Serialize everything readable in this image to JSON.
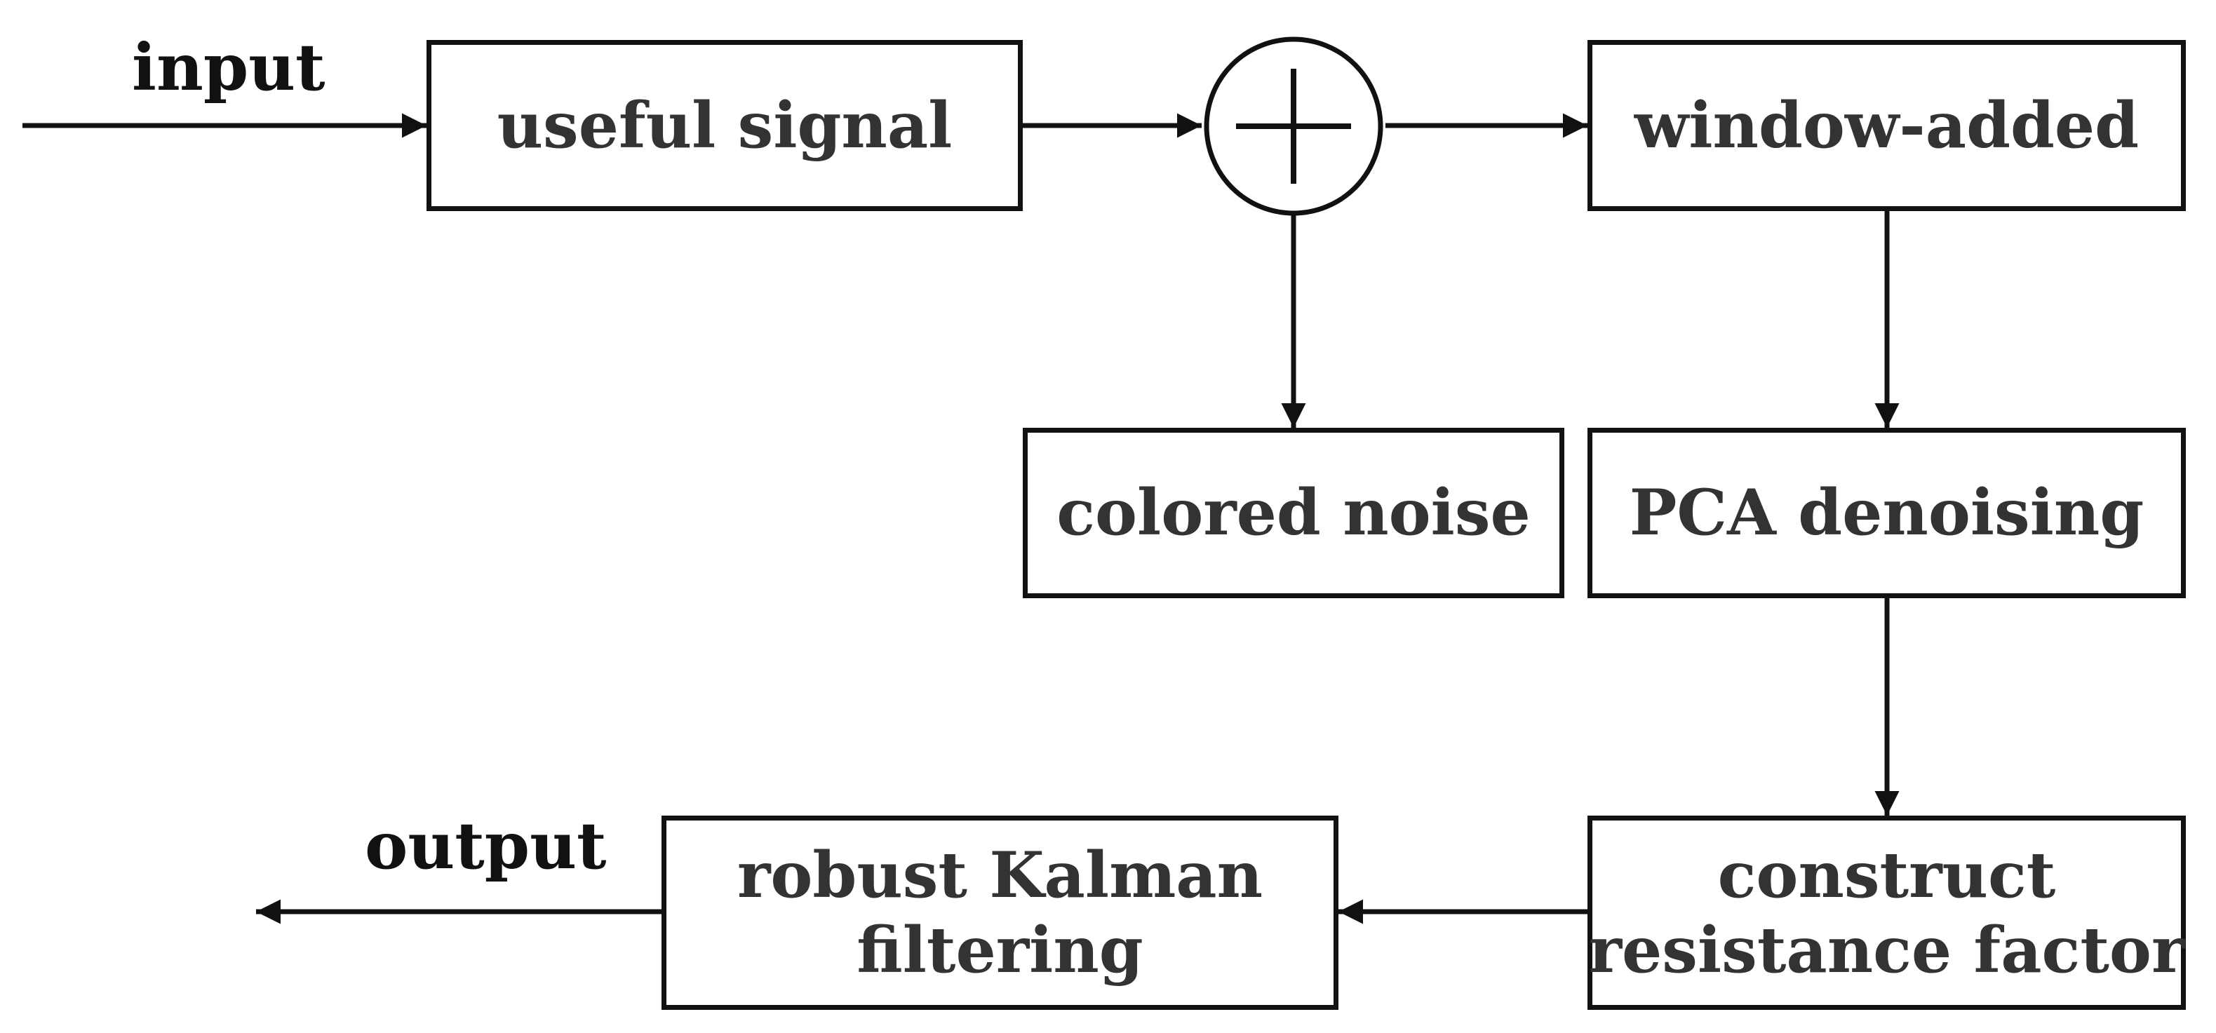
{
  "nodes": {
    "input_label": "input",
    "useful_signal": "useful signal",
    "window_added": "window-added",
    "colored_noise": "colored noise",
    "pca_denoising": "PCA denoising",
    "construct_resistance_factor": [
      "construct",
      "resistance factor"
    ],
    "robust_kalman_filtering": [
      "robust Kalman",
      "filtering"
    ],
    "output_label": "output"
  },
  "sum_junction_symbol": "plus",
  "edges": [
    {
      "from": "input",
      "to": "useful signal"
    },
    {
      "from": "useful signal",
      "to": "sum junction"
    },
    {
      "from": "sum junction",
      "to": "window-added"
    },
    {
      "from": "sum junction",
      "to": "colored noise"
    },
    {
      "from": "window-added",
      "to": "PCA denoising"
    },
    {
      "from": "PCA denoising",
      "to": "construct resistance factor"
    },
    {
      "from": "construct resistance factor",
      "to": "robust Kalman filtering"
    },
    {
      "from": "robust Kalman filtering",
      "to": "output"
    }
  ],
  "colors": {
    "line": "#111111",
    "text": "#333333",
    "background": "#ffffff"
  }
}
